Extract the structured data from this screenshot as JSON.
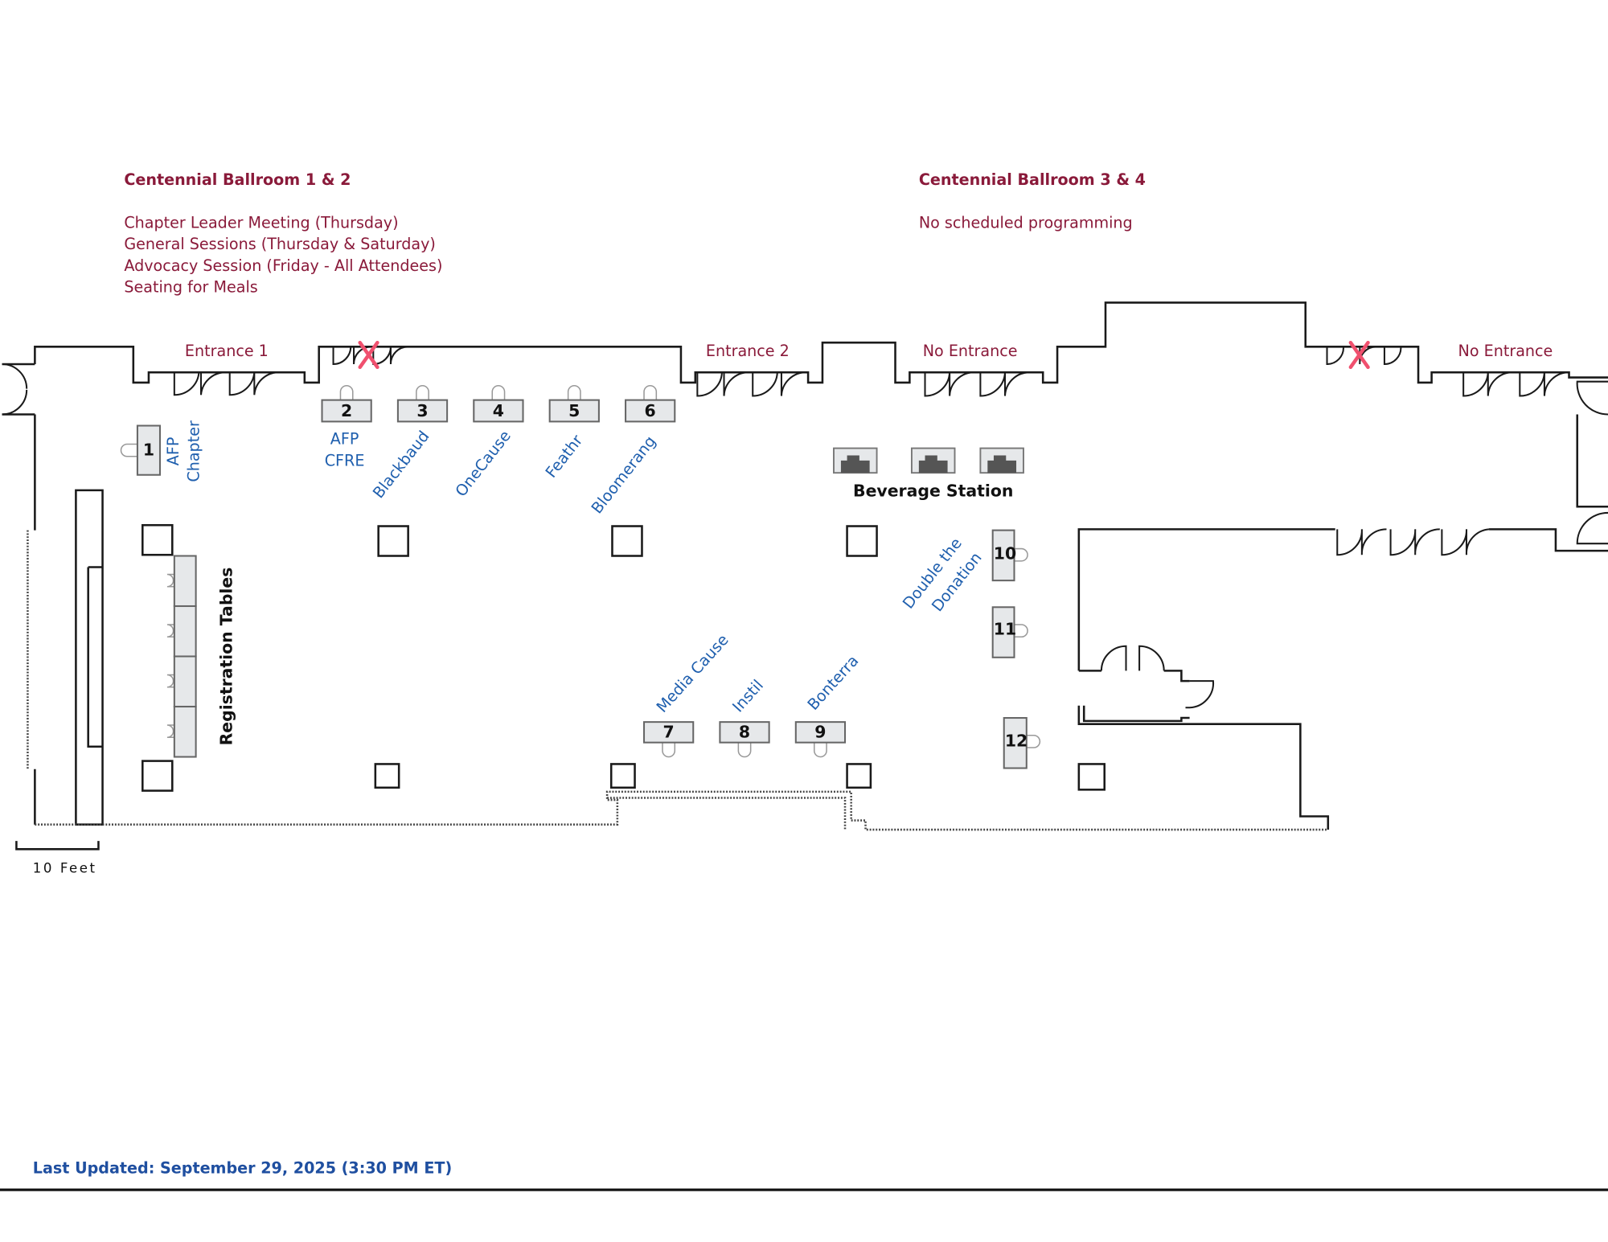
{
  "rooms": {
    "left": {
      "title": "Centennial Ballroom 1 & 2",
      "lines": [
        "Chapter Leader Meeting (Thursday)",
        "General Sessions (Thursday & Saturday)",
        "Advocacy Session (Friday - All Attendees)",
        "Seating for Meals"
      ]
    },
    "right": {
      "title": "Centennial Ballroom 3 & 4",
      "lines": [
        "No scheduled programming"
      ]
    }
  },
  "entrances": [
    "Entrance 1",
    "Entrance 2",
    "No Entrance",
    "No Entrance"
  ],
  "booths": [
    {
      "number": "1",
      "vendor": [
        "AFP",
        "Chapter"
      ]
    },
    {
      "number": "2",
      "vendor": [
        "AFP",
        "CFRE"
      ]
    },
    {
      "number": "3",
      "vendor": [
        "Blackbaud"
      ]
    },
    {
      "number": "4",
      "vendor": [
        "OneCause"
      ]
    },
    {
      "number": "5",
      "vendor": [
        "Feathr"
      ]
    },
    {
      "number": "6",
      "vendor": [
        "Bloomerang"
      ]
    },
    {
      "number": "7",
      "vendor": [
        "Media Cause"
      ]
    },
    {
      "number": "8",
      "vendor": [
        "Instil"
      ]
    },
    {
      "number": "9",
      "vendor": [
        "Bonterra"
      ]
    },
    {
      "number": "10",
      "vendor": [
        "Double the",
        "Donation"
      ]
    },
    {
      "number": "11",
      "vendor": []
    },
    {
      "number": "12",
      "vendor": []
    }
  ],
  "beverage_station": "Beverage Station",
  "registration": "Registration Tables",
  "scale": "10 Feet",
  "footer": "Last Updated: September 29, 2025 (3:30 PM ET)",
  "colors": {
    "maroon": "#8a1a3a",
    "vendor_blue": "#1f5fae",
    "closed_x": "#f0506e"
  }
}
